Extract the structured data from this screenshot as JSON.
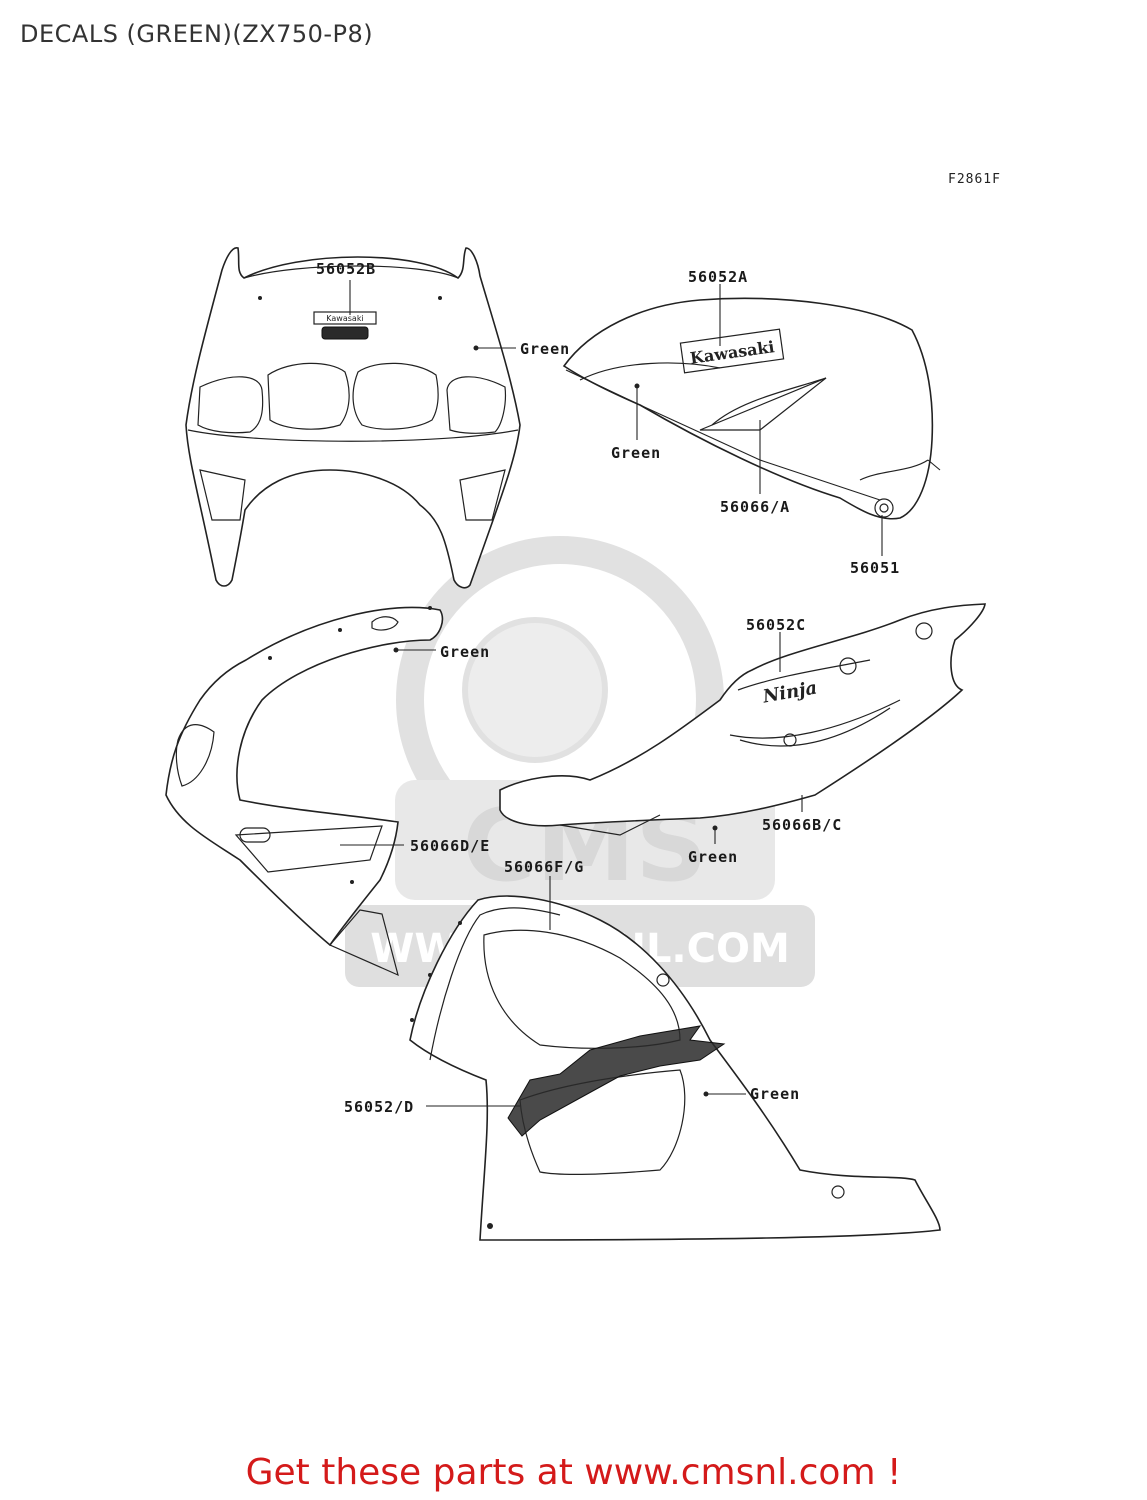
{
  "header": {
    "title": "DECALS (GREEN)(ZX750-P8)",
    "ref_code": "F2861F"
  },
  "callouts": {
    "c56052B": "56052B",
    "c56052A": "56052A",
    "green_cowl": "Green",
    "green_tank": "Green",
    "c56066A": "56066/A",
    "c56051": "56051",
    "c56052C": "56052C",
    "green_left_fairing": "Green",
    "c56066DE": "56066D/E",
    "c56066BC": "56066B/C",
    "green_tail": "Green",
    "c56066FG": "56066F/G",
    "c56052D": "56052/D",
    "green_lower": "Green"
  },
  "watermark": {
    "site_badge": "CMS",
    "site_url": "WWW.CMSNL.COM",
    "badge_logo_text": "Kawasaki",
    "ninja_logo_text": "Ninja"
  },
  "footer": {
    "cta": "Get these parts at www.cmsnl.com !"
  },
  "colors": {
    "footer_text": "#d41a1a",
    "line": "#222222",
    "watermark": "#dcdcdc"
  }
}
